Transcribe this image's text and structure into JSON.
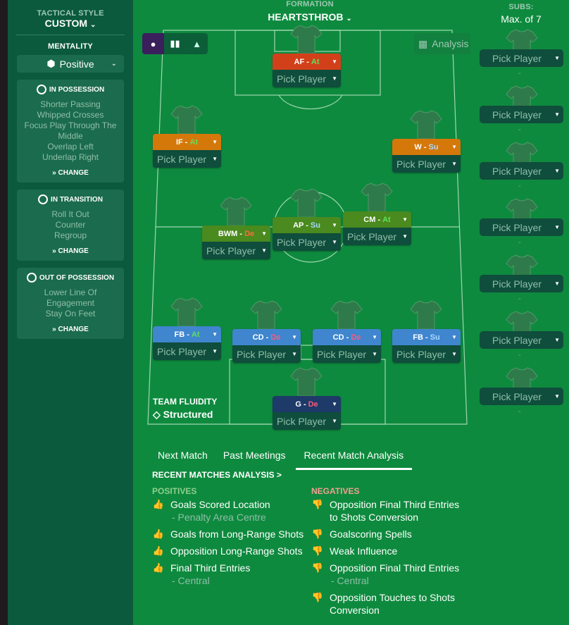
{
  "sidebar": {
    "tactical_style_label": "TACTICAL STYLE",
    "tactical_style": "CUSTOM",
    "mentality_label": "MENTALITY",
    "mentality": "Positive",
    "in_possession": {
      "title": "IN POSSESSION",
      "items": [
        "Shorter Passing",
        "Whipped Crosses",
        "Focus Play Through The Middle",
        "Overlap Left",
        "Underlap Right"
      ],
      "change": "CHANGE"
    },
    "in_transition": {
      "title": "IN TRANSITION",
      "items": [
        "Roll It Out",
        "Counter",
        "Regroup"
      ],
      "change": "CHANGE"
    },
    "out_of_possession": {
      "title": "OUT OF POSSESSION",
      "items": [
        "Lower Line Of Engagement",
        "Stay On Feet"
      ],
      "change": "CHANGE"
    }
  },
  "formation": {
    "label": "FORMATION",
    "name": "HEARTSTHROB"
  },
  "analysis_button": "Analysis",
  "pick": "Pick Player",
  "positions": [
    {
      "role": "AF",
      "duty": "At",
      "color": "#d2401a",
      "duty_color": "#5fe05a"
    },
    {
      "role": "IF",
      "duty": "At",
      "color": "#d4780a",
      "duty_color": "#5fe05a"
    },
    {
      "role": "W",
      "duty": "Su",
      "color": "#d4780a",
      "duty_color": "#a8d8ff"
    },
    {
      "role": "BWM",
      "duty": "De",
      "color": "#4a8a1e",
      "duty_color": "#ff6a3a"
    },
    {
      "role": "AP",
      "duty": "Su",
      "color": "#4a8a1e",
      "duty_color": "#a8d8ff"
    },
    {
      "role": "CM",
      "duty": "At",
      "color": "#4a8a1e",
      "duty_color": "#5fe05a"
    },
    {
      "role": "FB",
      "duty": "At",
      "color": "#3f86cf",
      "duty_color": "#5fe05a"
    },
    {
      "role": "CD",
      "duty": "De",
      "color": "#3f86cf",
      "duty_color": "#ff5a7a"
    },
    {
      "role": "CD",
      "duty": "De",
      "color": "#3f86cf",
      "duty_color": "#ff5a7a"
    },
    {
      "role": "FB",
      "duty": "Su",
      "color": "#3f86cf",
      "duty_color": "#a8d8ff"
    },
    {
      "role": "G",
      "duty": "De",
      "color": "#1d3a68",
      "duty_color": "#ff5a7a"
    }
  ],
  "subs": {
    "label": "SUBS:",
    "max": "Max. of 7",
    "count": 7,
    "dash": "-"
  },
  "team_fluidity": {
    "label": "TEAM FLUIDITY",
    "value": "Structured"
  },
  "tabs": [
    "Next Match",
    "Past Meetings",
    "Recent Match Analysis"
  ],
  "analysis": {
    "title": "RECENT MATCHES ANALYSIS >",
    "positives_label": "POSITIVES",
    "negatives_label": "NEGATIVES",
    "positives": [
      {
        "text": "Goals Scored Location",
        "sub": "- Penalty Area Centre",
        "color": "#3ec04a"
      },
      {
        "text": "Goals from Long-Range Shots",
        "color": "#3ec04a"
      },
      {
        "text": "Opposition Long-Range Shots",
        "color": "#3ec04a"
      },
      {
        "text": "Final Third Entries",
        "sub": "- Central",
        "color": "#b0a030"
      }
    ],
    "negatives": [
      {
        "text": "Opposition Final Third Entries to Shots Conversion",
        "color": "#d0282a"
      },
      {
        "text": "Goalscoring Spells",
        "color": "#d0282a"
      },
      {
        "text": "Weak Influence",
        "color": "#e5561a"
      },
      {
        "text": "Opposition Final Third Entries",
        "sub": "- Central",
        "color": "#f07a10"
      },
      {
        "text": "Opposition Touches to Shots Conversion",
        "color": "#f07a10"
      }
    ]
  }
}
